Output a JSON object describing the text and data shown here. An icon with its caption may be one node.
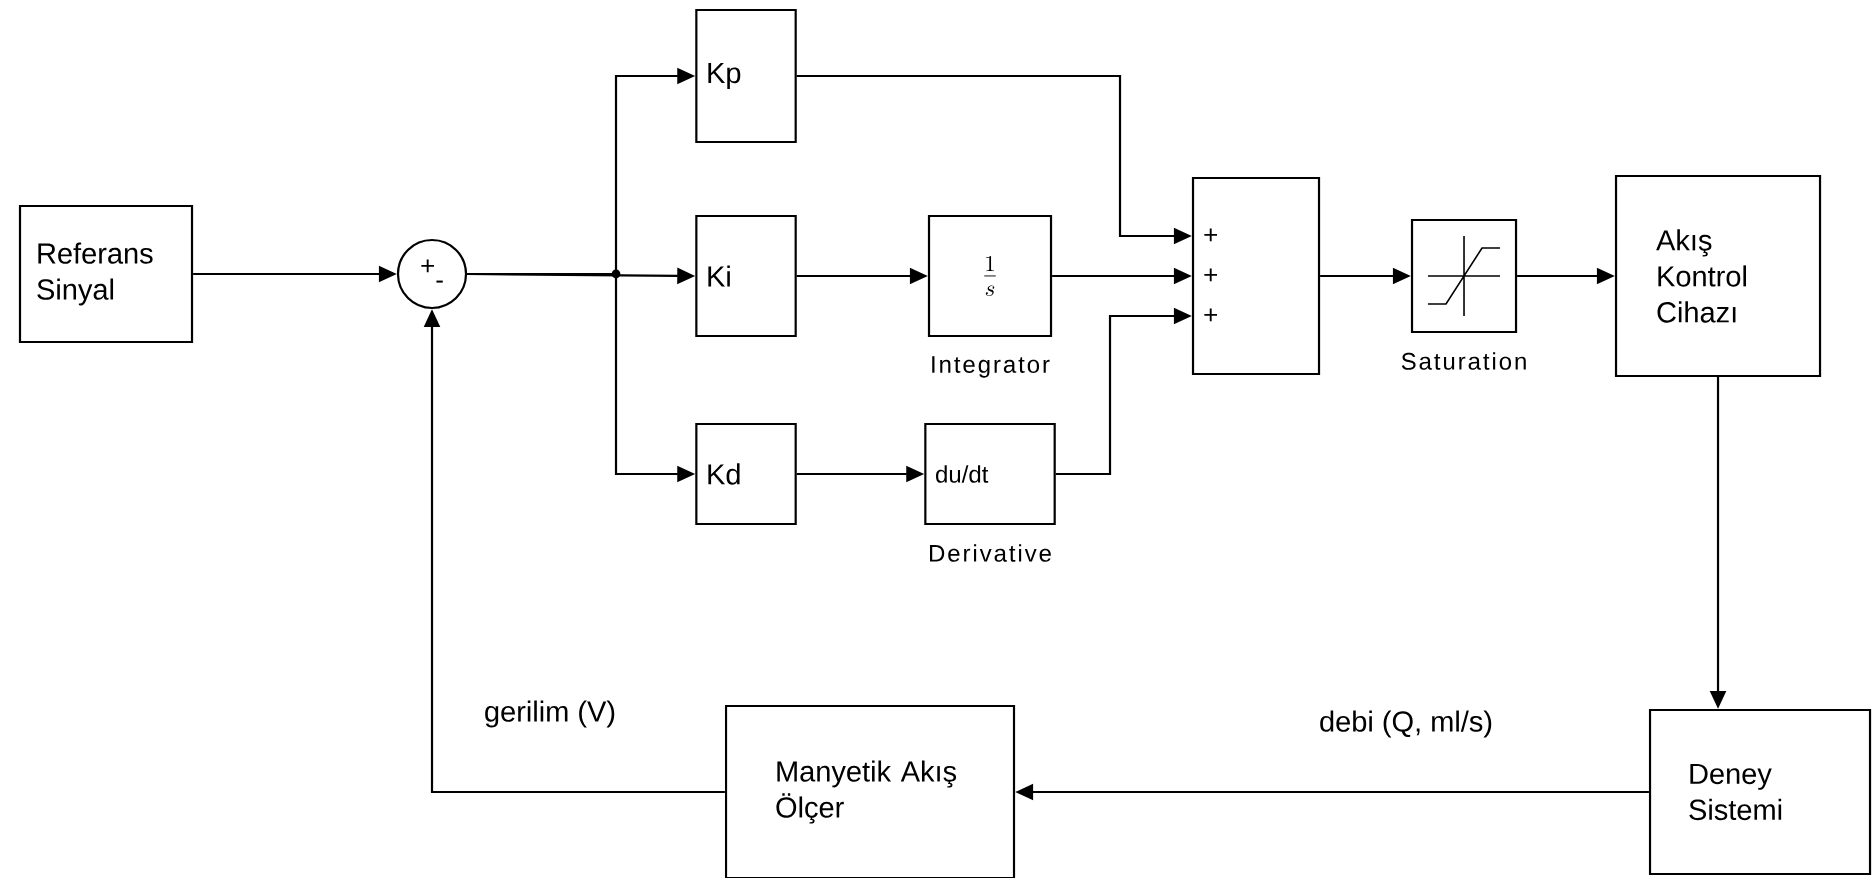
{
  "diagram": {
    "nodes": [
      {
        "text": [
          "Referans Sinyal"
        ]
      },
      {
        "text": [
          "+",
          "-"
        ]
      },
      {
        "text": [
          "Kp"
        ]
      },
      {
        "text": [
          "Ki"
        ]
      },
      {
        "text": [
          "\\frac{1}{s}"
        ],
        "beside": [
          "Integrator"
        ]
      },
      {
        "text": [
          "Kd"
        ]
      },
      {
        "text": [
          "du/dt"
        ],
        "beside": [
          "Derivative"
        ]
      },
      {
        "text": [
          "+",
          "+",
          "+"
        ]
      },
      {
        "text": [],
        "shape": "box",
        "beside": [
          "Saturation"
        ]
      },
      {
        "text": [
          "Akış Kontrol Cihazı"
        ]
      },
      {
        "text": [
          "Deney Sistemi"
        ]
      },
      {
        "text": [
          "Manyetik Akış Ölçer"
        ]
      }
    ],
    "edges": [
      {
        "from": 0,
        "to": 1,
        "arrow": "to"
      },
      {
        "from": 1,
        "to": 2,
        "arrow": "to"
      },
      {
        "from": 1,
        "to": 3,
        "arrow": "to"
      },
      {
        "from": 1,
        "to": 5,
        "arrow": "to"
      },
      {
        "from": 2,
        "to": 7,
        "arrow": "to"
      },
      {
        "from": 3,
        "to": 4,
        "arrow": "to"
      },
      {
        "from": 4,
        "to": 7,
        "arrow": "to"
      },
      {
        "from": 5,
        "to": 6,
        "arrow": "to"
      },
      {
        "from": 6,
        "to": 7,
        "arrow": "to"
      },
      {
        "from": 7,
        "to": 8,
        "arrow": "to"
      },
      {
        "from": 8,
        "to": 9,
        "arrow": "to"
      },
      {
        "from": 9,
        "to": 10,
        "arrow": "to"
      },
      {
        "from": 10,
        "to": 11,
        "arrow": "to",
        "label": "debi (Q, ml/s)"
      },
      {
        "from": 11,
        "to": 1,
        "arrow": "to",
        "label": "gerilim (V)"
      }
    ]
  }
}
